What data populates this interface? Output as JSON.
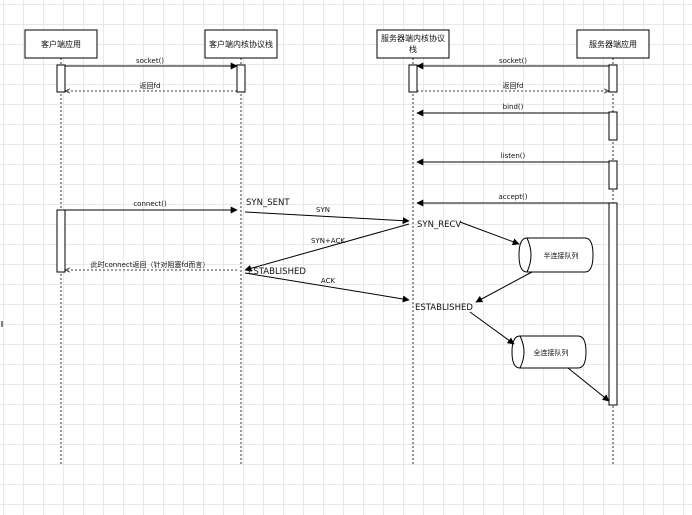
{
  "lifelines": {
    "client_app": "客户端应用",
    "client_kernel": "客户端内核协议栈",
    "server_kernel_line1": "服务器端内核协议",
    "server_kernel_line2": "栈",
    "server_app": "服务器端应用"
  },
  "messages": {
    "client_socket": "socket()",
    "client_return_fd": "返回fd",
    "server_socket": "socket()",
    "server_return_fd": "返回fd",
    "bind": "bind()",
    "listen": "listen()",
    "accept": "accept()",
    "connect": "connect()",
    "syn": "SYN",
    "syn_ack": "SYN+ACK",
    "ack": "ACK",
    "connect_return": "此时connect返回（针对阻塞fd而言）"
  },
  "states": {
    "syn_sent": "SYN_SENT",
    "syn_recv": "SYN_RECV",
    "established_client": "ESTABLISHED",
    "established_server": "ESTABLISHED"
  },
  "queues": {
    "half_open": "半连接队列",
    "full": "全连接队列"
  }
}
